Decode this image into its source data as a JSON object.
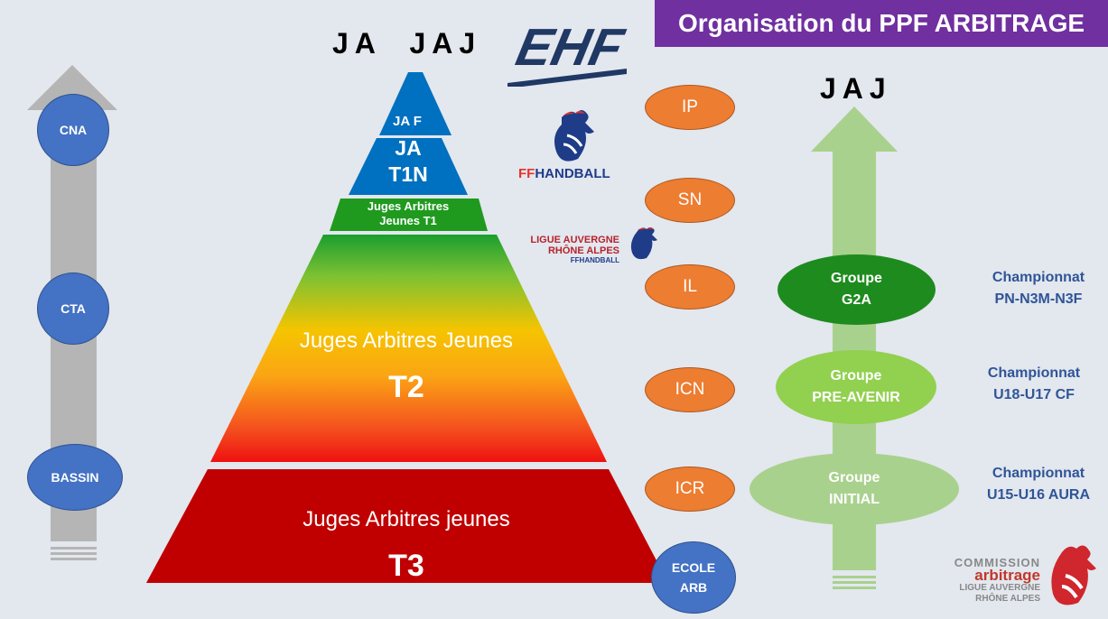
{
  "title": "Organisation du PPF ARBITRAGE",
  "heading_left": "JA  JAJ",
  "heading_right": "JAJ",
  "colors": {
    "title_bg": "#7030a0",
    "pyramid_blue": "#0070c0",
    "pyramid_green": "#1f9a1f",
    "pyramid_red": "#c00000",
    "orange": "#ed7d31",
    "circle_blue": "#4472c4",
    "green_dark": "#1e8b1e",
    "green_mid": "#92d050",
    "green_light": "#a9d18e",
    "champ_text": "#2f5597"
  },
  "left_arrow": {
    "levels": [
      "CNA",
      "CTA",
      "BASSIN"
    ]
  },
  "pyramid": {
    "ja_f": "JA F",
    "ja_t1n": [
      "JA",
      "T1N"
    ],
    "jaj_t1": [
      "Juges Arbitres",
      "Jeunes T1"
    ],
    "t2": {
      "label": "Juges Arbitres Jeunes",
      "level": "T2"
    },
    "t3": {
      "label": "Juges Arbitres jeunes",
      "level": "T3"
    }
  },
  "logos": {
    "ehf": "EHF",
    "ffhandball": {
      "ff": "FF",
      "rest": "HANDBALL"
    },
    "ligue": [
      "LIGUE AUVERGNE",
      "RHÔNE ALPES",
      "FFHANDBALL"
    ],
    "commission": [
      "COMMISSION",
      "arbitrage",
      "LIGUE AUVERGNE",
      "RHÔNE ALPES"
    ]
  },
  "orange_levels": [
    "IP",
    "SN",
    "IL",
    "ICN",
    "ICR"
  ],
  "ecole": [
    "ECOLE",
    "ARB"
  ],
  "groups": [
    {
      "line1": "Groupe",
      "line2": "G2A",
      "color": "#1e8b1e"
    },
    {
      "line1": "Groupe",
      "line2": "PRE-AVENIR",
      "color": "#92d050"
    },
    {
      "line1": "Groupe",
      "line2": "INITIAL",
      "color": "#a9d18e"
    }
  ],
  "championships": [
    {
      "line1": "Championnat",
      "line2": "PN-N3M-N3F"
    },
    {
      "line1": "Championnat",
      "line2": "U18-U17 CF"
    },
    {
      "line1": "Championnat",
      "line2": "U15-U16 AURA"
    }
  ]
}
